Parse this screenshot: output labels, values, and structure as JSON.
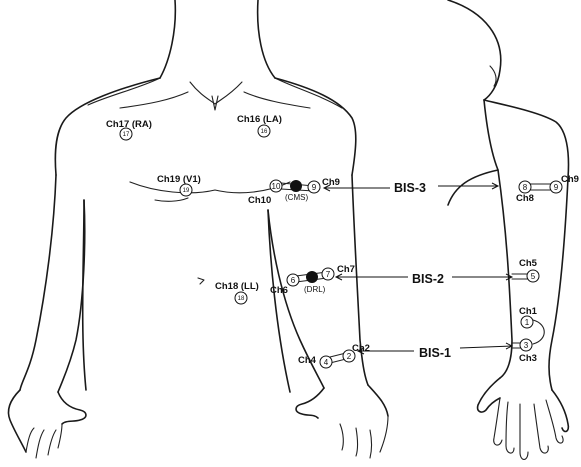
{
  "front_labels": {
    "ch17": "Ch17 (RA)",
    "ch16": "Ch16 (LA)",
    "ch19": "Ch19 (V1)",
    "ch18": "Ch18 (LL)",
    "ch9": "Ch9",
    "ch10": "Ch10",
    "ch7": "Ch7",
    "ch6": "Ch6",
    "ch2": "Ch2",
    "ch4": "Ch4",
    "cms": "(CMS)",
    "drl": "(DRL)"
  },
  "front_electrodes": {
    "e17": "17",
    "e16": "16",
    "e19": "19",
    "e18": "18",
    "e10": "10",
    "e9": "9",
    "e7": "7",
    "e6": "6",
    "e2": "2",
    "e4": "4"
  },
  "bis_labels": {
    "bis3": "BIS-3",
    "bis2": "BIS-2",
    "bis1": "BIS-1"
  },
  "side_labels": {
    "ch9": "Ch9",
    "ch8": "Ch8",
    "ch5": "Ch5",
    "ch1": "Ch1",
    "ch3": "Ch3"
  },
  "side_electrodes": {
    "e8": "8",
    "e9": "9",
    "e5": "5",
    "e1": "1",
    "e3": "3"
  }
}
